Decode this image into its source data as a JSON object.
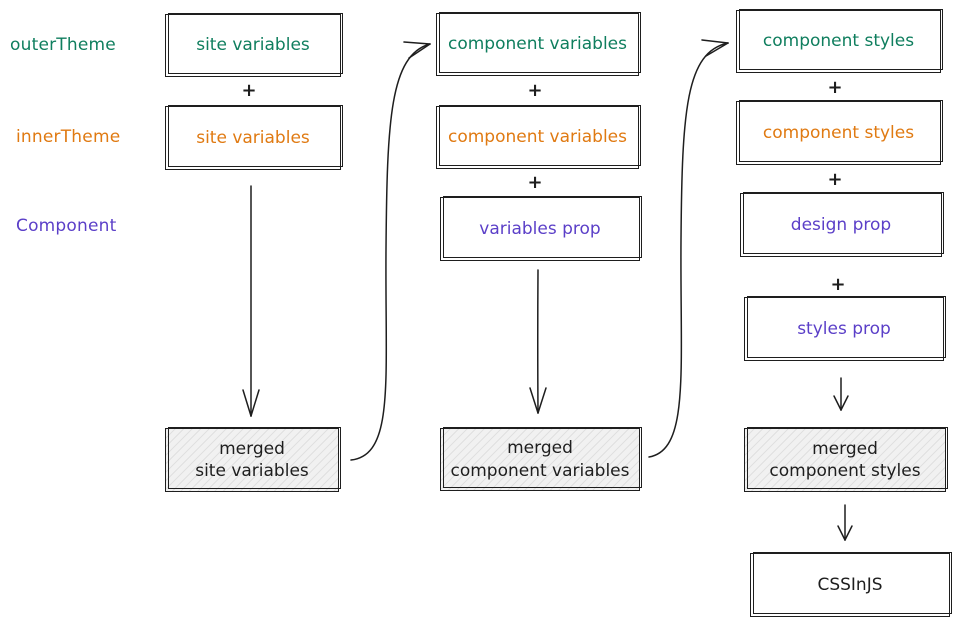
{
  "rows": {
    "outer": "outerTheme",
    "inner": "innerTheme",
    "component": "Component"
  },
  "plus_sign": "+",
  "col1": {
    "outer": "site variables",
    "inner": "site variables",
    "merged": "merged\nsite variables"
  },
  "col2": {
    "outer": "component variables",
    "inner": "component variables",
    "prop": "variables prop",
    "merged": "merged\ncomponent variables"
  },
  "col3": {
    "outer": "component styles",
    "inner": "component styles",
    "design": "design prop",
    "styles": "styles prop",
    "merged": "merged\ncomponent styles",
    "output": "CSSInJS"
  },
  "colors": {
    "outerTheme": "#0f7e5e",
    "innerTheme": "#e07a12",
    "component": "#5b3fc8",
    "stroke": "#1e1e1e"
  }
}
